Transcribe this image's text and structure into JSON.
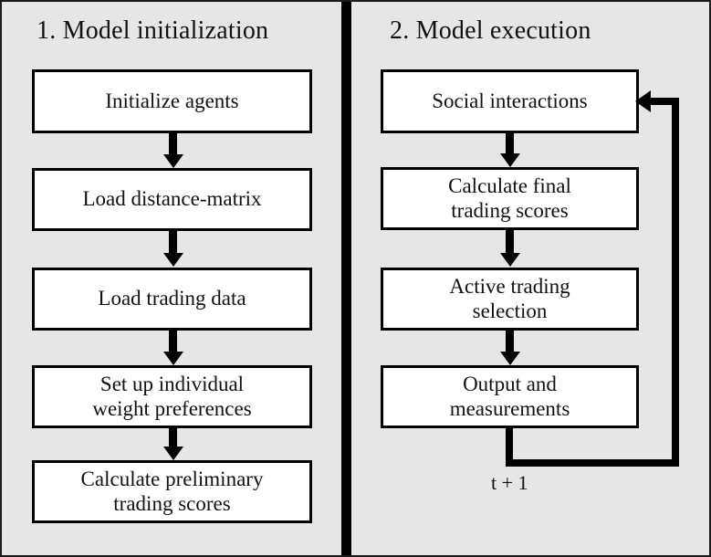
{
  "figure": {
    "background_color": "#e6e6e6",
    "box_fill_color": "#ffffff",
    "line_color": "#000000"
  },
  "panels": [
    {
      "id": "model-initialization",
      "title": "1. Model initialization",
      "nodes": [
        {
          "id": "initialize-agents",
          "line1": "Initialize agents",
          "line2": ""
        },
        {
          "id": "load-distance-matrix",
          "line1": "Load distance-matrix",
          "line2": ""
        },
        {
          "id": "load-trading-data",
          "line1": "Load trading data",
          "line2": ""
        },
        {
          "id": "set-up-weight-preferences",
          "line1": "Set up individual",
          "line2": "weight preferences"
        },
        {
          "id": "calculate-preliminary",
          "line1": "Calculate preliminary",
          "line2": "trading scores"
        }
      ]
    },
    {
      "id": "model-execution",
      "title": "2. Model execution",
      "nodes": [
        {
          "id": "social-interactions",
          "line1": "Social interactions",
          "line2": ""
        },
        {
          "id": "calculate-final-scores",
          "line1": "Calculate final",
          "line2": "trading scores"
        },
        {
          "id": "active-trading-selection",
          "line1": "Active trading",
          "line2": "selection"
        },
        {
          "id": "output-and-measurements",
          "line1": "Output and",
          "line2": "measurements"
        }
      ],
      "feedback_loop": {
        "label": "t + 1",
        "from": "output-and-measurements",
        "to": "social-interactions"
      }
    }
  ]
}
